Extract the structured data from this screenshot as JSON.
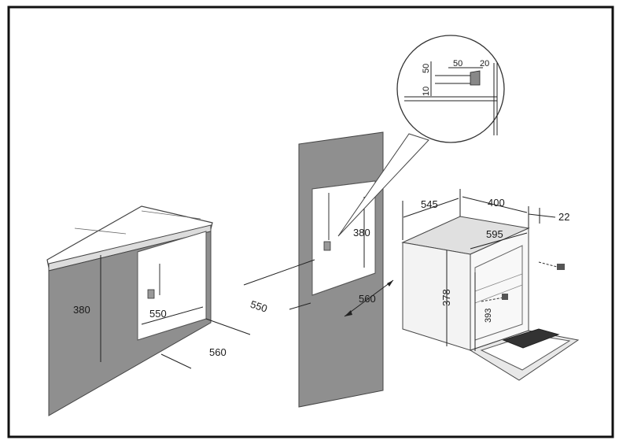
{
  "diagram": {
    "under_counter": {
      "height": "380",
      "width": "550",
      "depth": "560"
    },
    "column": {
      "height": "380",
      "width": "550",
      "depth": "560"
    },
    "appliance": {
      "depth": "545",
      "width_top": "400",
      "front_overhang": "22",
      "width": "595",
      "height": "378",
      "door_height": "393"
    },
    "detail": {
      "d50_vertical": "50",
      "d10_vertical": "10",
      "d50_horizontal": "50",
      "d20_horizontal": "20"
    }
  }
}
